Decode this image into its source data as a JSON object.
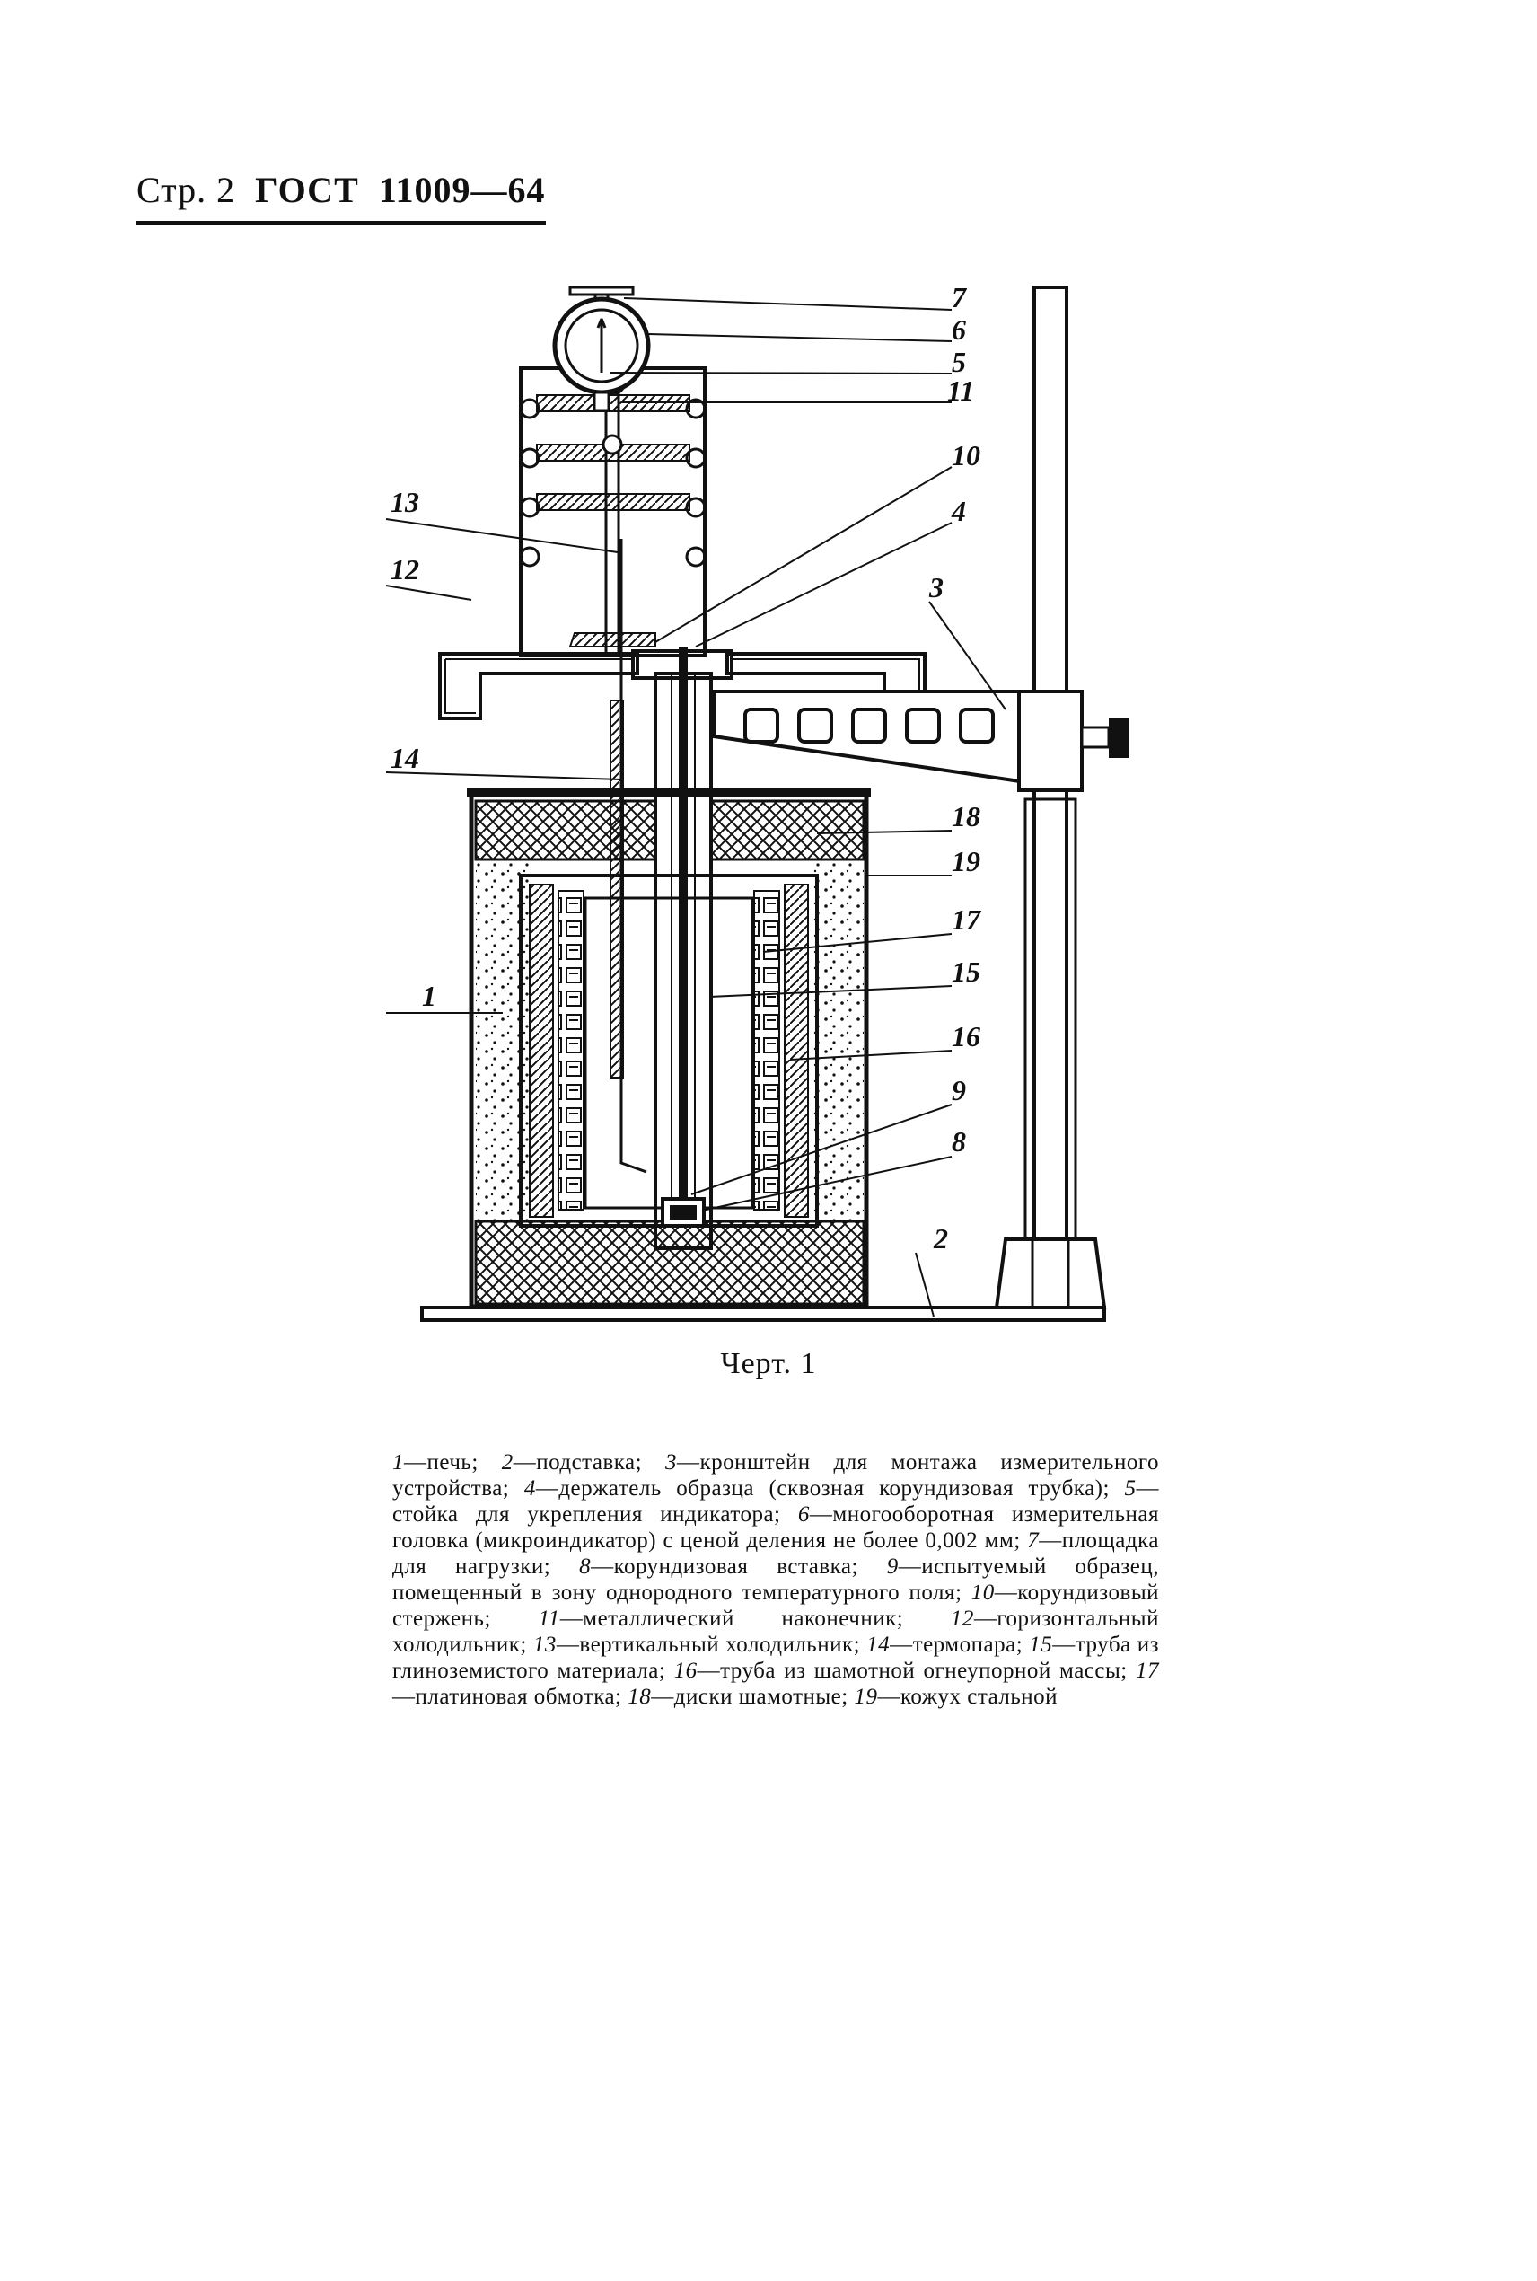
{
  "header": {
    "page": "Стр. 2",
    "standard": "ГОСТ",
    "number": "11009—64"
  },
  "figure": {
    "callouts": [
      "7",
      "6",
      "5",
      "11",
      "10",
      "4",
      "3",
      "13",
      "12",
      "14",
      "18",
      "19",
      "17",
      "15",
      "16",
      "1",
      "9",
      "8",
      "2"
    ],
    "caption": "Черт. 1"
  },
  "legend": [
    {
      "num": "1",
      "text": "—печь; "
    },
    {
      "num": "2",
      "text": "—подставка; "
    },
    {
      "num": "3",
      "text": "—кронштейн для монтажа измерительного устройства; "
    },
    {
      "num": "4",
      "text": "—держатель образца (сквозная корундизовая трубка); "
    },
    {
      "num": "5",
      "text": "—стойка для укрепления индикатора; "
    },
    {
      "num": "6",
      "text": "—многооборотная измерительная головка (микроиндикатор) с ценой деления не более 0,002 мм; "
    },
    {
      "num": "7",
      "text": "—площадка для нагрузки; "
    },
    {
      "num": "8",
      "text": "—корундизовая вставка; "
    },
    {
      "num": "9",
      "text": "—испытуемый образец, помещенный в зону однородного температурного поля; "
    },
    {
      "num": "10",
      "text": "—корундизовый стержень; "
    },
    {
      "num": "11",
      "text": "—металлический наконечник; "
    },
    {
      "num": "12",
      "text": "—горизонтальный холодильник; "
    },
    {
      "num": "13",
      "text": "—вертикальный холодильник; "
    },
    {
      "num": "14",
      "text": "—термопара; "
    },
    {
      "num": "15",
      "text": "—труба из глиноземистого материала; "
    },
    {
      "num": "16",
      "text": "—труба из шамотной огнеупорной массы; "
    },
    {
      "num": "17",
      "text": "—платиновая обмотка; "
    },
    {
      "num": "18",
      "text": "—диски шамотные; "
    },
    {
      "num": "19",
      "text": "—кожух стальной"
    }
  ]
}
